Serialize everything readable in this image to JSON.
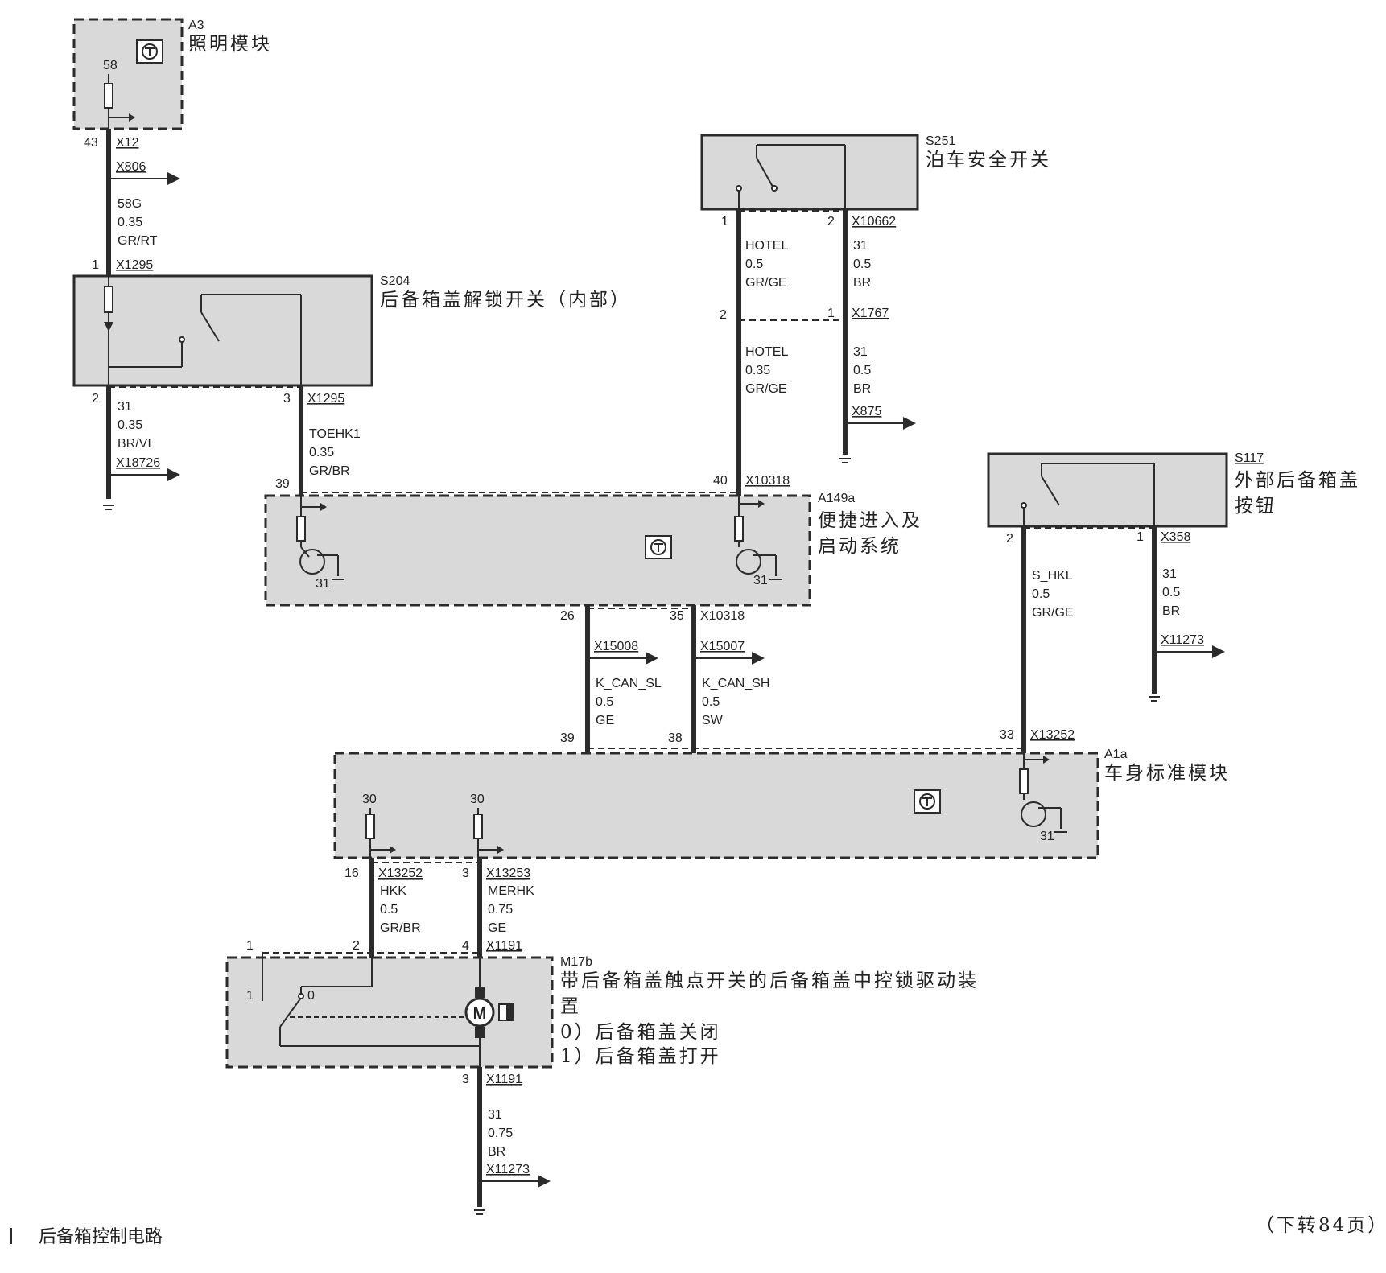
{
  "caption": "后备箱控制电路",
  "page_note": "（下转84页）",
  "modules": {
    "a3": {
      "id": "A3",
      "name": "照明模块"
    },
    "s251": {
      "id": "S251",
      "name": "泊车安全开关"
    },
    "s204": {
      "id": "S204",
      "name": "后备箱盖解锁开关（内部）"
    },
    "a149a": {
      "id": "A149a",
      "name_line1": "便捷进入及",
      "name_line2": "启动系统"
    },
    "s117": {
      "id": "S117",
      "name_line1": "外部后备箱盖",
      "name_line2": "按钮"
    },
    "a1a": {
      "id": "A1a",
      "name": "车身标准模块"
    },
    "m17b": {
      "id": "M17b",
      "name_line1": "带后备箱盖触点开关的后备箱盖中控锁驱动装",
      "name_line2": "置",
      "state0": "0）后备箱盖关闭",
      "state1": "1）后备箱盖打开"
    }
  },
  "pins": {
    "p58": "58",
    "p43": "43",
    "p1a": "1",
    "p2a": "2",
    "p3a": "3",
    "p39a": "39",
    "p1b": "1",
    "p2b": "2",
    "p2c": "2",
    "p1c": "1",
    "p40": "40",
    "p2d": "2",
    "p1d": "1",
    "p26": "26",
    "p35": "35",
    "p39b": "39",
    "p38": "38",
    "p33": "33",
    "p30a": "30",
    "p30b": "30",
    "p16": "16",
    "p3b": "3",
    "p1e": "1",
    "p2e": "2",
    "p4": "4",
    "p3c": "3",
    "sw1": "1",
    "sw0": "0",
    "g31a": "31",
    "g31b": "31",
    "g31c": "31"
  },
  "connectors": {
    "x12": "X12",
    "x806": "X806",
    "x1295a": "X1295",
    "x1295b": "X1295",
    "x18726": "X18726",
    "x10662": "X10662",
    "x1767": "X1767",
    "x875": "X875",
    "x10318a": "X10318",
    "x10318b": "X10318",
    "x358": "X358",
    "x11273a": "X11273",
    "x15008": "X15008",
    "x15007": "X15007",
    "x13252a": "X13252",
    "x13252b": "X13252",
    "x13253": "X13253",
    "x1191a": "X1191",
    "x1191b": "X1191",
    "x11273b": "X11273"
  },
  "wires": {
    "w58g": [
      "58G",
      "0.35",
      "GR/RT"
    ],
    "w31brvi": [
      "31",
      "0.35",
      "BR/VI"
    ],
    "wtoehk1": [
      "TOEHK1",
      "0.35",
      "GR/BR"
    ],
    "whotel1": [
      "HOTEL",
      "0.5",
      "GR/GE"
    ],
    "w31br1": [
      "31",
      "0.5",
      "BR"
    ],
    "whotel2": [
      "HOTEL",
      "0.35",
      "GR/GE"
    ],
    "w31br2": [
      "31",
      "0.5",
      "BR"
    ],
    "wshkl": [
      "S_HKL",
      "0.5",
      "GR/GE"
    ],
    "w31br3": [
      "31",
      "0.5",
      "BR"
    ],
    "wkcansl": [
      "K_CAN_SL",
      "0.5",
      "GE"
    ],
    "wkcansh": [
      "K_CAN_SH",
      "0.5",
      "SW"
    ],
    "whkk": [
      "HKK",
      "0.5",
      "GR/BR"
    ],
    "wmerhk": [
      "MERHK",
      "0.75",
      "GE"
    ],
    "w31br4": [
      "31",
      "0.75",
      "BR"
    ]
  },
  "colors": {
    "wire": "#2b2b2b",
    "module_fill": "#d9d9d9",
    "background": "#ffffff"
  }
}
